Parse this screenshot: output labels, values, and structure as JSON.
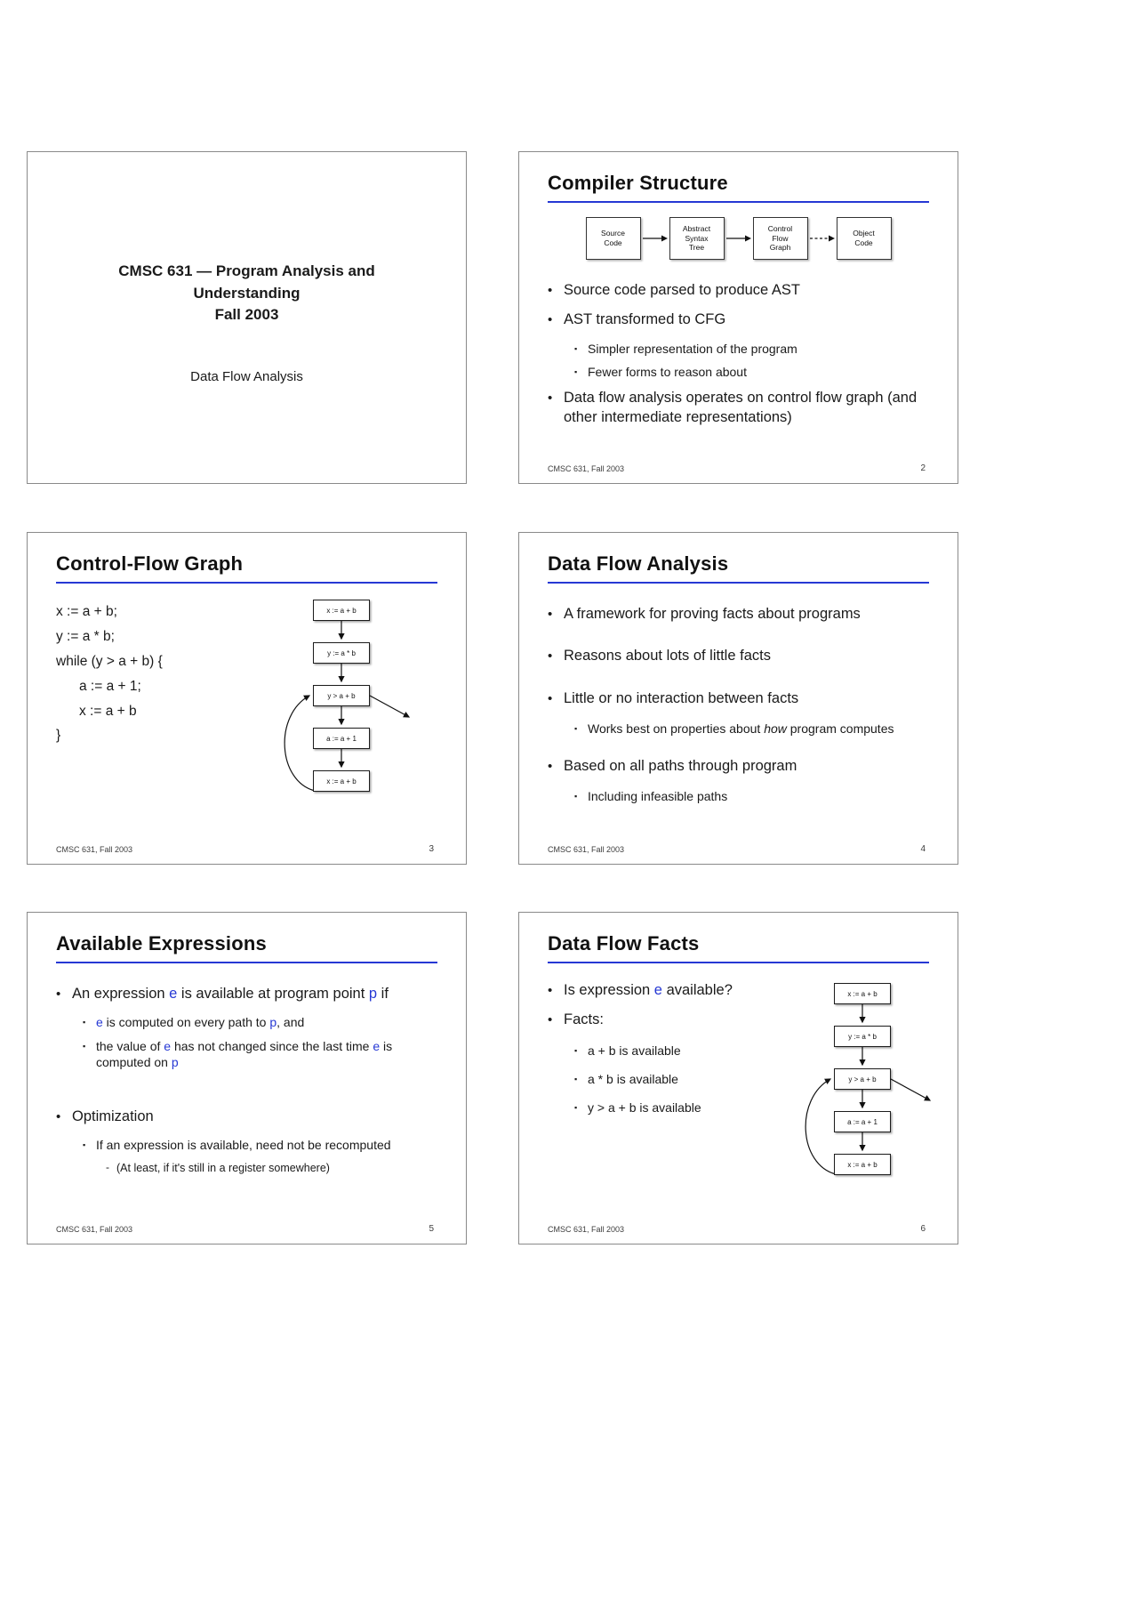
{
  "colors": {
    "accent": "#2638d4",
    "slide-border": "#8a8a8a",
    "text": "#1a1a1a",
    "footer-text": "#3c3c3c"
  },
  "markers": {
    "l1": "•",
    "l2": "▪",
    "l3": "-"
  },
  "footer_course": "CMSC 631, Fall 2003",
  "cfg_nodes": [
    "x := a + b",
    "y := a * b",
    "y > a + b",
    "a := a + 1",
    "x := a + b"
  ],
  "slide1": {
    "heading1": "CMSC 631 — Program Analysis and",
    "heading2": "Understanding",
    "heading3": "Fall 2003",
    "subtitle": "Data Flow Analysis"
  },
  "slide2": {
    "title": "Compiler Structure",
    "page": "2",
    "pipeline": [
      {
        "lines": [
          "Source",
          "Code"
        ]
      },
      {
        "lines": [
          "Abstract",
          "Syntax",
          "Tree"
        ]
      },
      {
        "lines": [
          "Control",
          "Flow",
          "Graph"
        ]
      },
      {
        "lines": [
          "Object",
          "Code"
        ]
      }
    ],
    "b1": "Source code parsed to produce AST",
    "b2": "AST transformed to CFG",
    "b2s1": "Simpler representation of the program",
    "b2s2": "Fewer forms to reason about",
    "b3": "Data flow analysis operates on control flow graph (and other intermediate representations)"
  },
  "slide3": {
    "title": "Control-Flow Graph",
    "page": "3",
    "code": [
      "x := a + b;",
      "y := a * b;",
      "while (y > a + b) {",
      "a := a + 1;",
      "x := a + b",
      "}"
    ]
  },
  "slide4": {
    "title": "Data Flow Analysis",
    "page": "4",
    "b1": "A framework for proving facts about programs",
    "b2": "Reasons about lots of little facts",
    "b3": "Little or no interaction between facts",
    "b3s1a": "Works best on properties about ",
    "b3s1b": "how",
    "b3s1c": " program computes",
    "b4": "Based on all paths through program",
    "b4s1": "Including infeasible paths"
  },
  "slide5": {
    "title": "Available Expressions",
    "page": "5",
    "b1a": "An expression ",
    "b1b": "e",
    "b1c": " is available at program point ",
    "b1d": "p",
    "b1e": " if",
    "s1a": "e",
    "s1b": " is computed on every path to ",
    "s1c": "p",
    "s1d": ", and",
    "s2a": "the value of ",
    "s2b": "e",
    "s2c": " has not changed since the last time ",
    "s2d": "e",
    "s2e": " is computed on ",
    "s2f": "p",
    "b2": "Optimization",
    "b2s1": "If an expression is available, need not be recomputed",
    "b2s1a": "(At least, if it's still in a register somewhere)"
  },
  "slide6": {
    "title": "Data Flow Facts",
    "page": "6",
    "b1a": "Is expression ",
    "b1b": "e",
    "b1c": " available?",
    "b2": "Facts:",
    "b2s1": "a + b is available",
    "b2s2": "a * b is available",
    "b2s3": "y > a + b is available"
  }
}
